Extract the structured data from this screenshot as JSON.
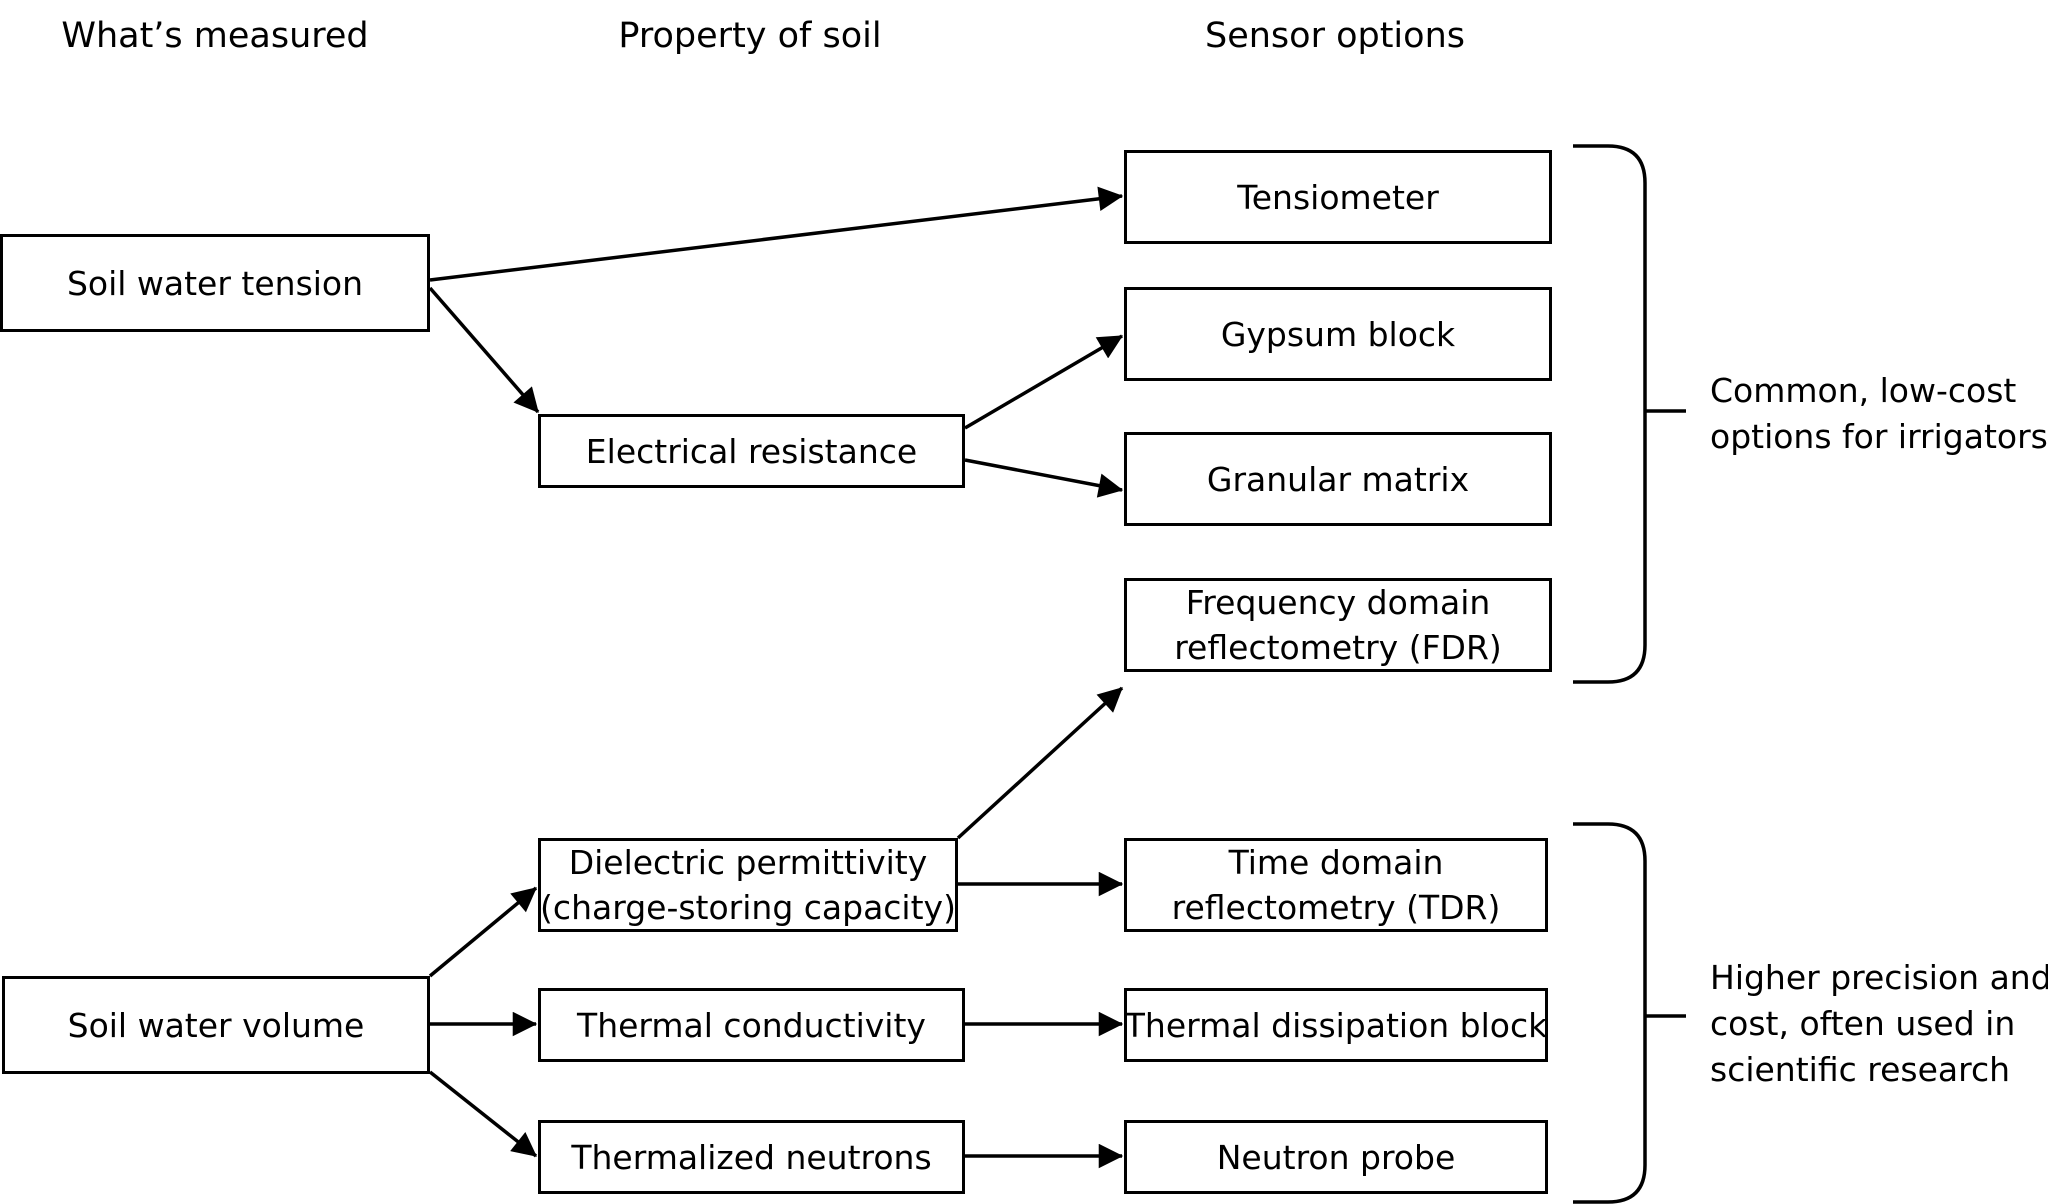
{
  "headers": {
    "measured": "What’s measured",
    "property": "Property of soil",
    "sensors": "Sensor options"
  },
  "measured": {
    "tension": "Soil water tension",
    "volume": "Soil water volume"
  },
  "properties": {
    "resistance": "Electrical resistance",
    "dielectric": [
      "Dielectric permittivity",
      "(charge-storing capacity)"
    ],
    "conductivity": "Thermal conductivity",
    "neutrons": "Thermalized neutrons"
  },
  "sensors": {
    "tensiometer": "Tensiometer",
    "gypsum": "Gypsum block",
    "granular": "Granular matrix",
    "fdr": [
      "Frequency domain",
      "reflectometry (FDR)"
    ],
    "tdr": [
      "Time domain",
      "reflectometry (TDR)"
    ],
    "dissipation": "Thermal dissipation block",
    "neutron_probe": "Neutron probe"
  },
  "groups": {
    "low_cost": [
      "Common, low-cost",
      "options for irrigators"
    ],
    "high_precision": [
      "Higher precision and",
      "cost, often used in",
      "scientific research"
    ]
  },
  "links": [
    [
      "box-soil-water-tension",
      "box-tensiometer"
    ],
    [
      "box-soil-water-tension",
      "box-electrical-resistance"
    ],
    [
      "box-electrical-resistance",
      "box-gypsum-block"
    ],
    [
      "box-electrical-resistance",
      "box-granular-matrix"
    ],
    [
      "box-dielectric-permittivity",
      "box-fdr"
    ],
    [
      "box-dielectric-permittivity",
      "box-tdr"
    ],
    [
      "box-soil-water-volume",
      "box-dielectric-permittivity"
    ],
    [
      "box-soil-water-volume",
      "box-thermal-conductivity"
    ],
    [
      "box-soil-water-volume",
      "box-thermalized-neutrons"
    ],
    [
      "box-thermal-conductivity",
      "box-thermal-dissipation-block"
    ],
    [
      "box-thermalized-neutrons",
      "box-neutron-probe"
    ]
  ]
}
